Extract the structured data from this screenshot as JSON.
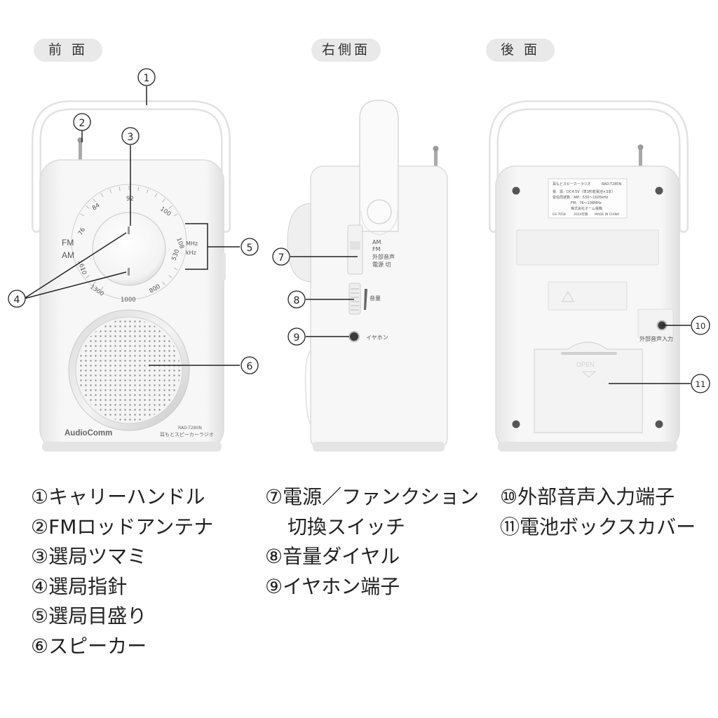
{
  "views": {
    "front": "前 面",
    "right": "右側面",
    "back": "後 面"
  },
  "callouts": [
    "①",
    "②",
    "③",
    "④",
    "⑤",
    "⑥",
    "⑦",
    "⑧",
    "⑨",
    "⑩",
    "⑪"
  ],
  "front": {
    "band_fm": "FM",
    "band_am": "AM",
    "fm_ticks": [
      "76",
      "84",
      "92",
      "100",
      "108"
    ],
    "am_ticks": [
      "530",
      "800",
      "1000",
      "1300",
      "1610"
    ],
    "unit_mhz": "MHz",
    "unit_khz": "kHz",
    "brand": "AudioComm",
    "model": "RAD-T280N",
    "product": "耳もとスピーカーラジオ"
  },
  "side": {
    "switch_labels": [
      "AM",
      "FM",
      "外部音声",
      "電源 切"
    ],
    "volume_label": "音量",
    "earphone_label": "イヤホン"
  },
  "back": {
    "label_title": "耳もとスピーカーラジオ",
    "label_model": "RAD-T280N",
    "spec_lines": [
      "電　源／DC4.5V（単3形乾電池×3本）",
      "受信周波数／AM：530〜1605kHz",
      "FM：76〜108MHz",
      "株式会社オーム電機"
    ],
    "label_code": "03-7058",
    "label_year": "2024年製",
    "label_origin": "MADE IN CHINA",
    "battery_open": "OPEN",
    "ext_input_label": "外部音声入力"
  },
  "legend": {
    "col1": [
      "①キャリーハンドル",
      "②FMロッドアンテナ",
      "③選局ツマミ",
      "④選局指針",
      "⑤選局目盛り",
      "⑥スピーカー"
    ],
    "col2_item7_line1": "⑦電源／ファンクション",
    "col2_item7_line2": "切換スイッチ",
    "col2": [
      "⑧音量ダイヤル",
      "⑨イヤホン端子"
    ],
    "col3": [
      "⑩外部音声入力端子",
      "⑪電池ボックスカバー"
    ]
  }
}
